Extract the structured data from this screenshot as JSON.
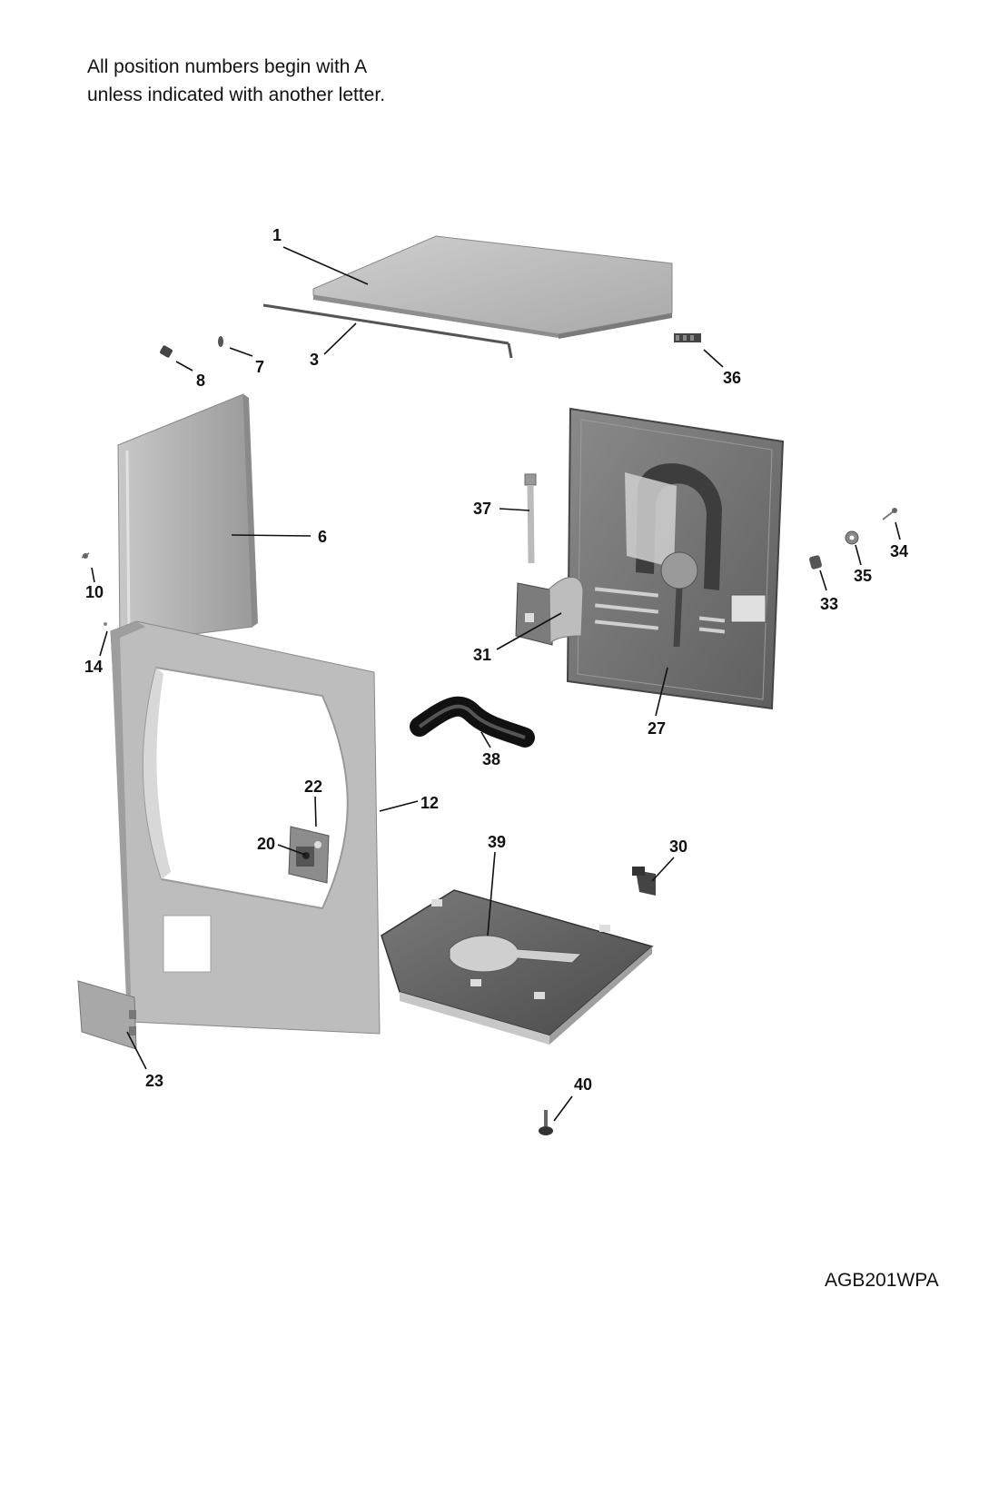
{
  "note": {
    "line1": "All position numbers begin with A",
    "line2": "unless indicated with another letter."
  },
  "model_code": "AGB201WPA",
  "callouts": {
    "top_cover": "1",
    "rod": "3",
    "clip_7": "7",
    "clip_8": "8",
    "side_panel": "6",
    "screw_10": "10",
    "screw_14": "14",
    "front_panel": "12",
    "bracket_22": "22",
    "switch_20": "20",
    "kick_plate": "23",
    "rear_panel": "27",
    "strap_31": "31",
    "bolt_37": "37",
    "clip_36": "36",
    "screw_34": "34",
    "washer_35": "35",
    "nut_33": "33",
    "hose_38": "38",
    "base_39": "39",
    "clip_30": "30",
    "leveling_foot_40": "40"
  },
  "colors": {
    "part_fill": "#bdbdbd",
    "part_light": "#d6d6d6",
    "part_dark": "#6f6f6f",
    "ink": "#111111"
  }
}
